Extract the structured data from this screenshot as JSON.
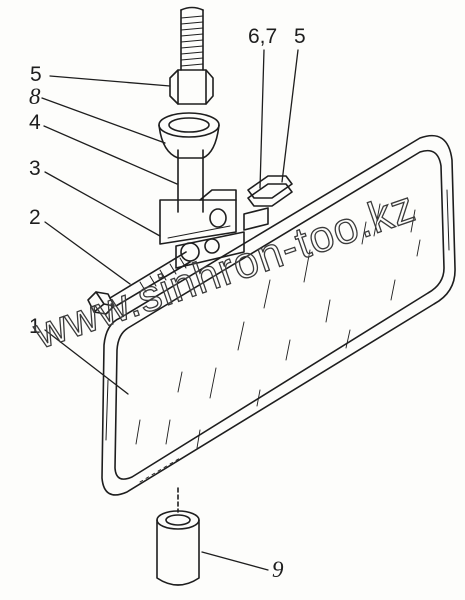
{
  "callouts": {
    "c1": "1",
    "c2": "2",
    "c3": "3",
    "c4": "4",
    "c5_top": "5",
    "c67": "6,7",
    "c5_right": "5",
    "c8": "8",
    "c9": "9"
  },
  "watermark": {
    "text": "www.sinhron-too.kz"
  },
  "colors": {
    "line": "#1e1e1e",
    "paper": "#fdfdfb"
  }
}
